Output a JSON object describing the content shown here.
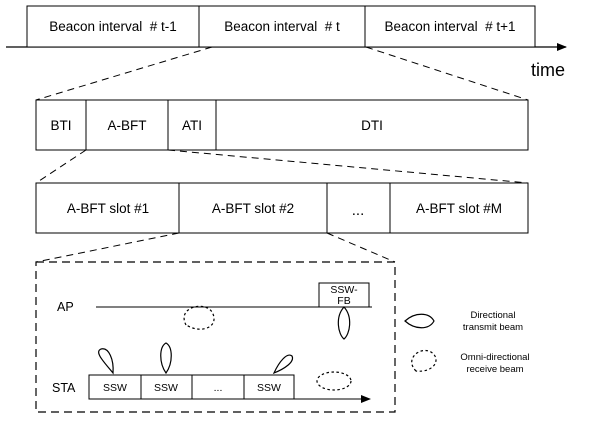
{
  "beacon_row": {
    "cells": [
      "Beacon interval  # t-1",
      "Beacon interval  # t",
      "Beacon interval  # t+1"
    ],
    "time_label": "time"
  },
  "bi_row": {
    "cells": [
      "BTI",
      "A-BFT",
      "ATI",
      "DTI"
    ]
  },
  "slot_row": {
    "cells": [
      "A-BFT slot #1",
      "A-BFT slot #2",
      "...",
      "A-BFT slot #M"
    ]
  },
  "detail": {
    "ap_label": "AP",
    "sta_label": "STA",
    "ssw_fb_line1": "SSW-",
    "ssw_fb_line2": "FB",
    "ssw_cells": [
      "SSW",
      "SSW",
      "...",
      "SSW"
    ]
  },
  "legend": {
    "directional_line1": "Directional",
    "directional_line2": "transmit beam",
    "omni_line1": "Omni-directional",
    "omni_line2": "receive beam"
  }
}
